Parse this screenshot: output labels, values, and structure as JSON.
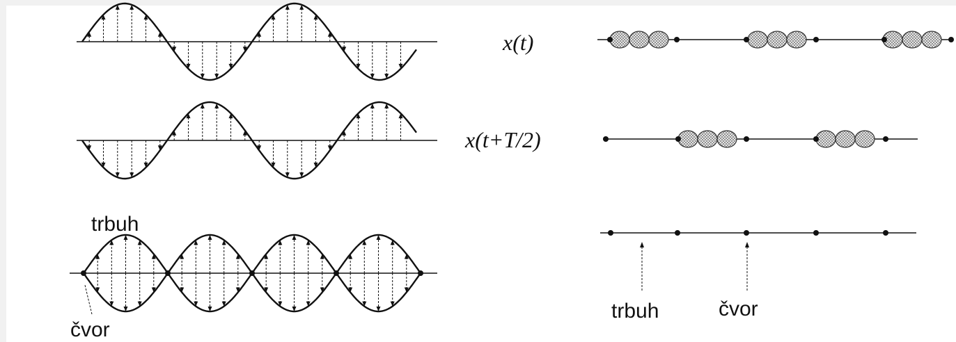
{
  "labels": {
    "xt": "x(t)",
    "xt_half": "x(t+T/2)",
    "antinode_left": "trbuh",
    "node_left": "čvor",
    "antinode_right": "trbuh",
    "node_right": "čvor"
  },
  "colors": {
    "ink": "#111111",
    "bead_fill": "#bdbdbd",
    "frame": "#f1f1f1"
  }
}
